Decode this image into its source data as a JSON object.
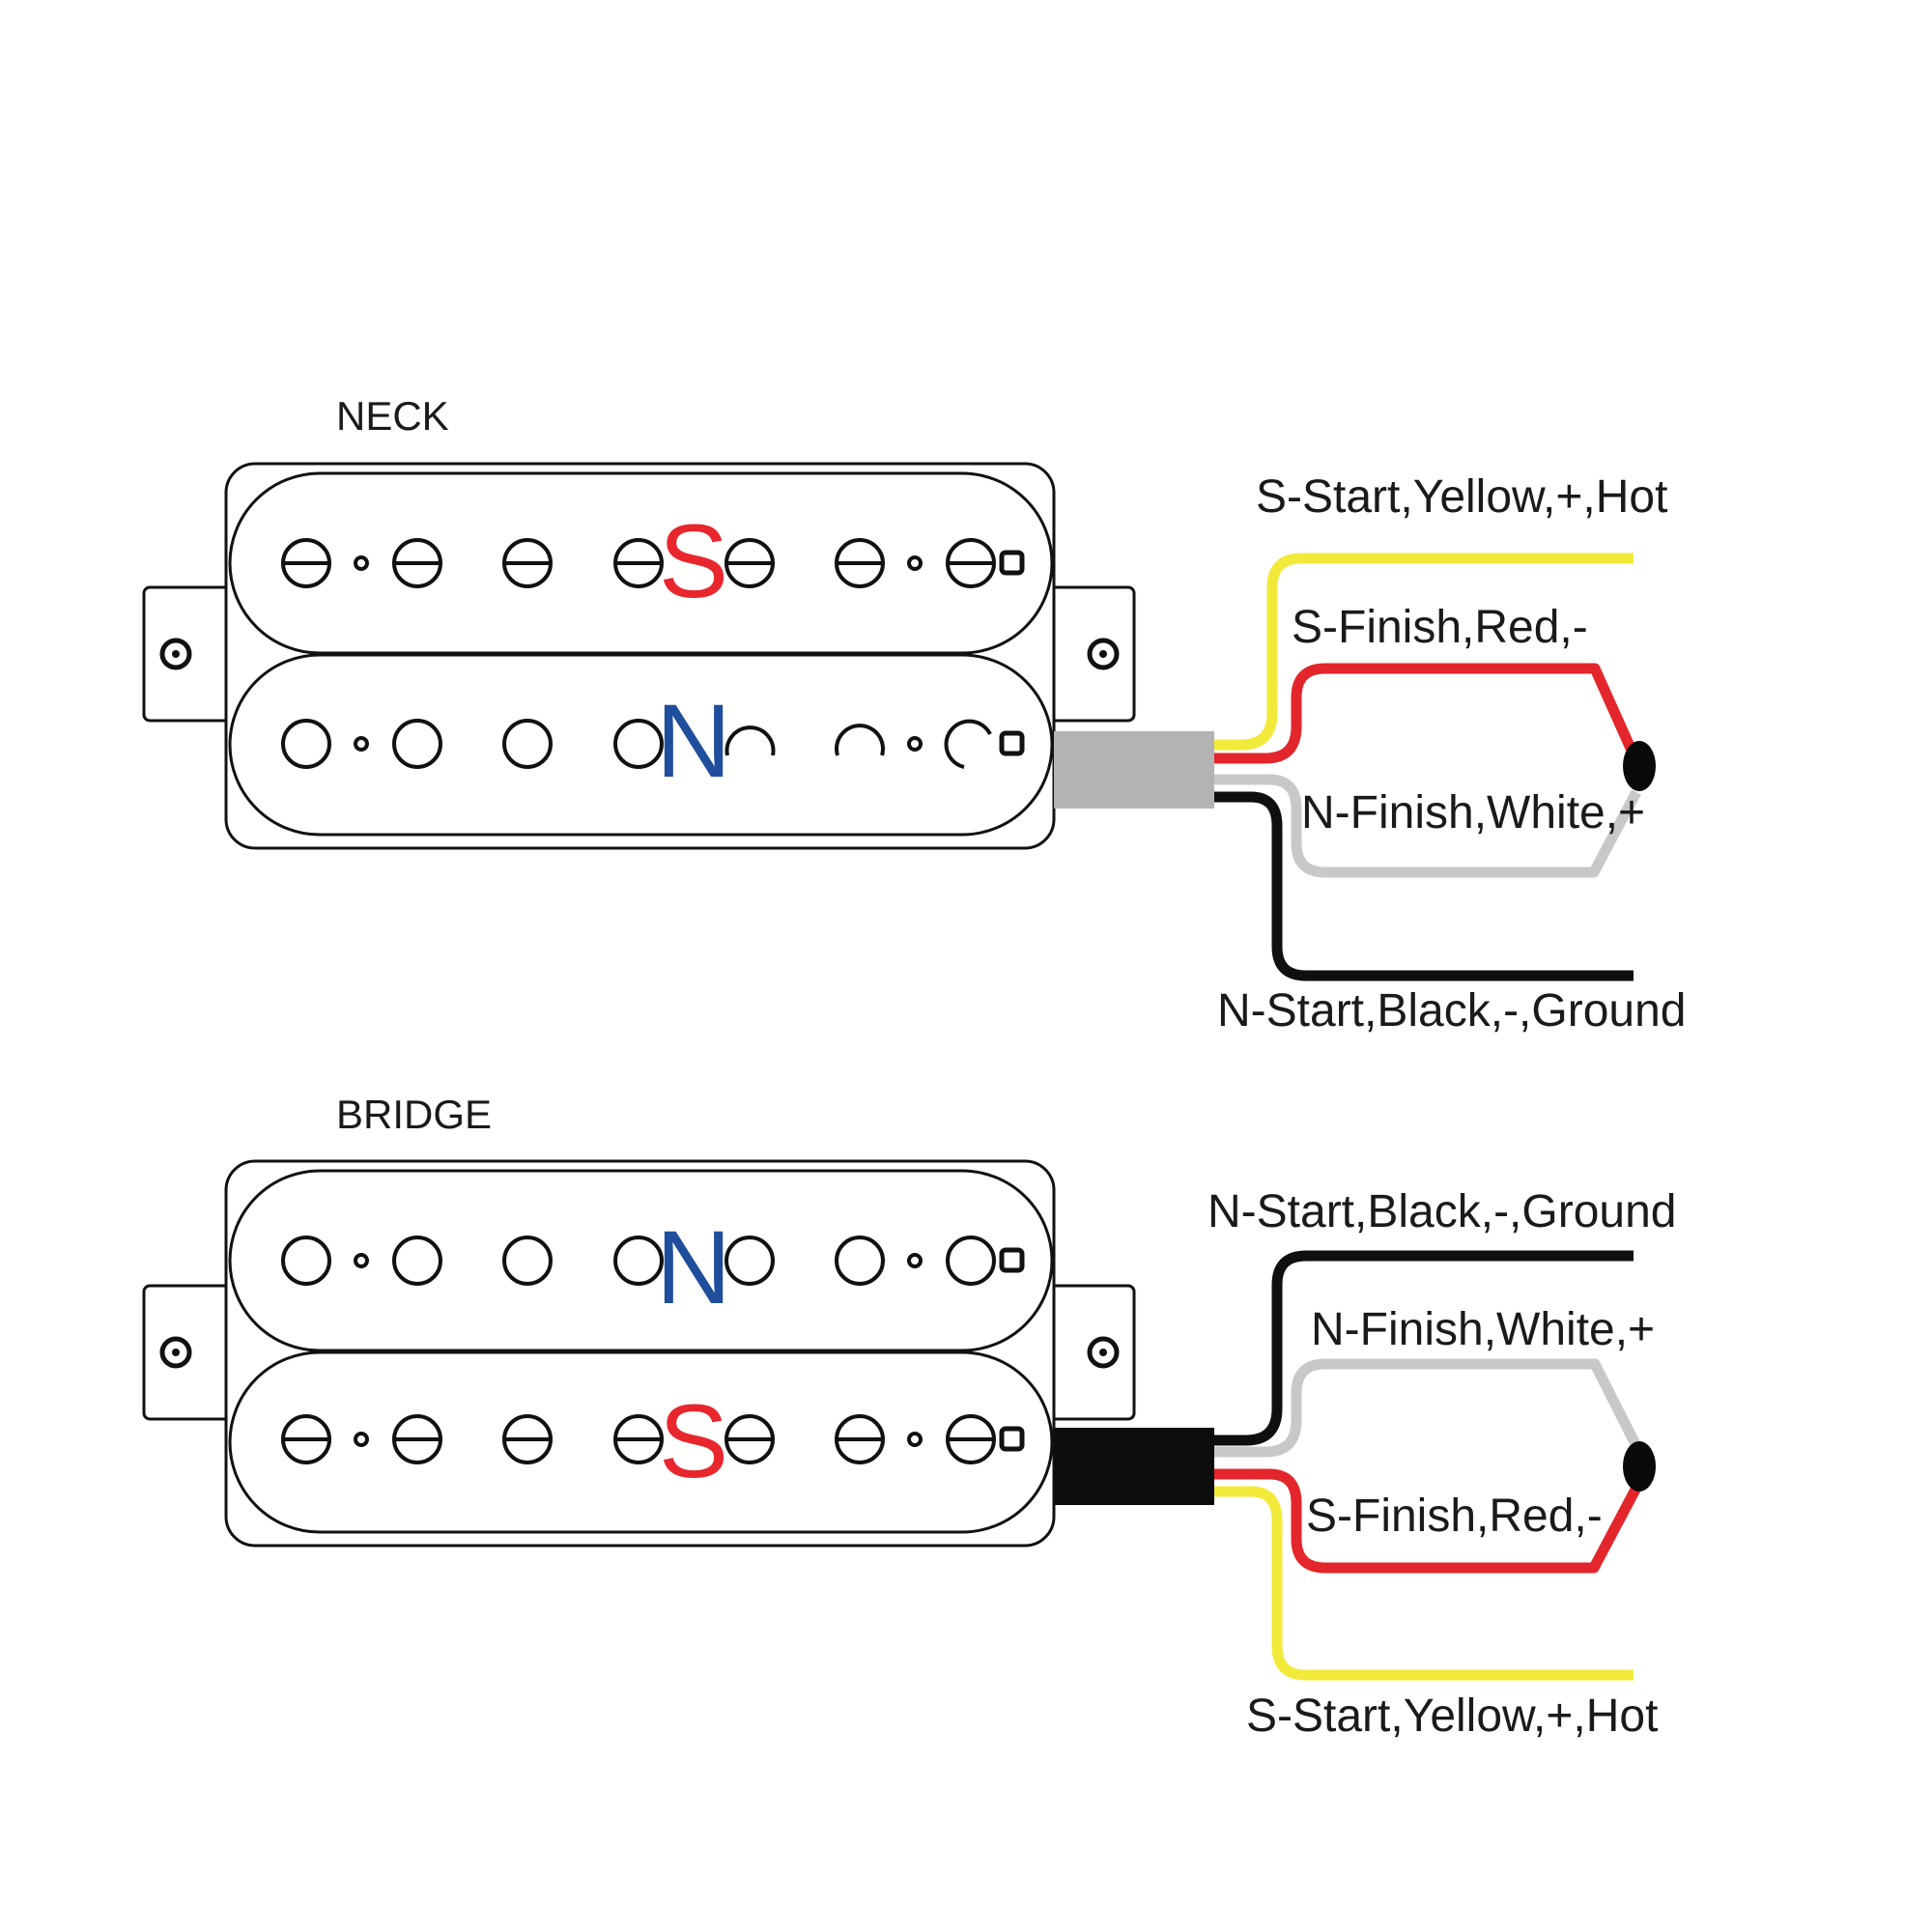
{
  "pickups": [
    {
      "title": "NECK",
      "top_coil_letter": "S",
      "bottom_coil_letter": "N",
      "top_coil_color": "#e8262d",
      "bottom_coil_color": "#1f4e9c",
      "cable_color": "#b3b3b3",
      "wires": [
        {
          "label": "S-Start,Yellow,+,Hot",
          "color": "#f2ea3a"
        },
        {
          "label": "S-Finish,Red,-",
          "color": "#e3262b"
        },
        {
          "label": "N-Finish,White,+",
          "color": "#c8c8c8"
        },
        {
          "label": "N-Start,Black,-,Ground",
          "color": "#0f0f0f"
        }
      ]
    },
    {
      "title": "BRIDGE",
      "top_coil_letter": "N",
      "bottom_coil_letter": "S",
      "top_coil_color": "#1f4e9c",
      "bottom_coil_color": "#e8262d",
      "cable_color": "#0d0d0d",
      "wires": [
        {
          "label": "N-Start,Black,-,Ground",
          "color": "#0f0f0f"
        },
        {
          "label": "N-Finish,White,+",
          "color": "#c8c8c8"
        },
        {
          "label": "S-Finish,Red,-",
          "color": "#e3262b"
        },
        {
          "label": "S-Start,Yellow,+,Hot",
          "color": "#f2ea3a"
        }
      ]
    }
  ]
}
